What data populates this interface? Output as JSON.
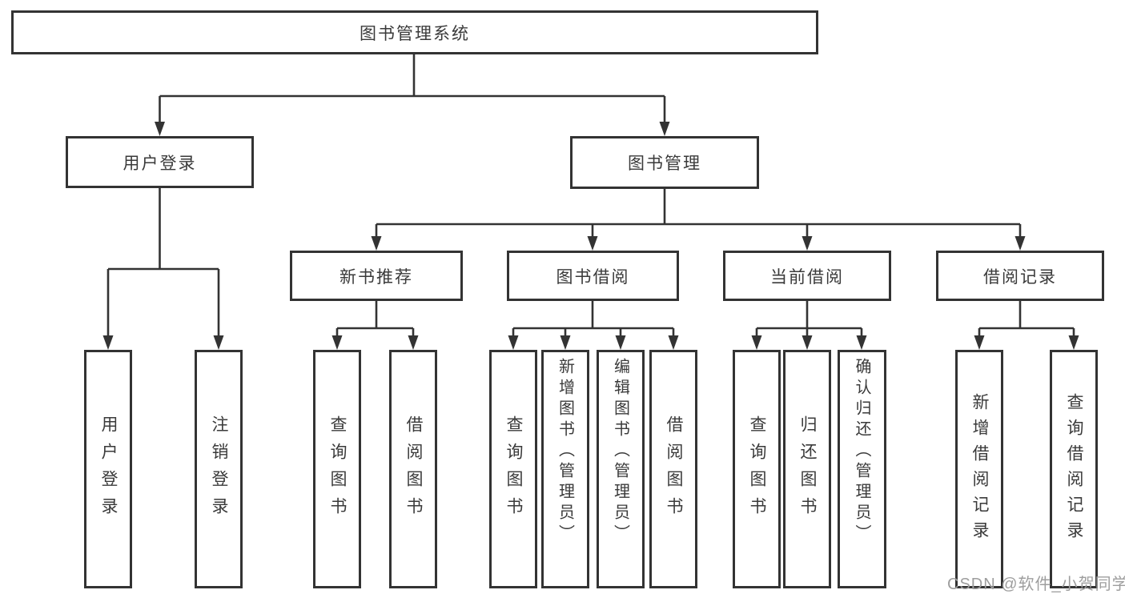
{
  "diagram": {
    "root": {
      "label": "图书管理系统"
    },
    "level2": [
      {
        "label": "用户登录",
        "children": [
          {
            "label": "用户登录"
          },
          {
            "label": "注销登录"
          }
        ]
      },
      {
        "label": "图书管理",
        "children": [
          {
            "label": "新书推荐",
            "children": [
              {
                "label": "查询图书"
              },
              {
                "label": "借阅图书"
              }
            ]
          },
          {
            "label": "图书借阅",
            "children": [
              {
                "label": "查询图书"
              },
              {
                "label": "新增图书（管理员）"
              },
              {
                "label": "编辑图书（管理员）"
              },
              {
                "label": "借阅图书"
              }
            ]
          },
          {
            "label": "当前借阅",
            "children": [
              {
                "label": "查询图书"
              },
              {
                "label": "归还图书"
              },
              {
                "label": "确认归还（管理员）"
              }
            ]
          },
          {
            "label": "借阅记录",
            "children": [
              {
                "label": "新增借阅记录"
              },
              {
                "label": "查询借阅记录"
              }
            ]
          }
        ]
      }
    ]
  },
  "watermark": {
    "text": "CSDN @软件_小贺同学"
  },
  "colors": {
    "line": "#333333",
    "text": "#3a3a3a",
    "background": "#ffffff",
    "watermark": "#9e9e9e"
  }
}
